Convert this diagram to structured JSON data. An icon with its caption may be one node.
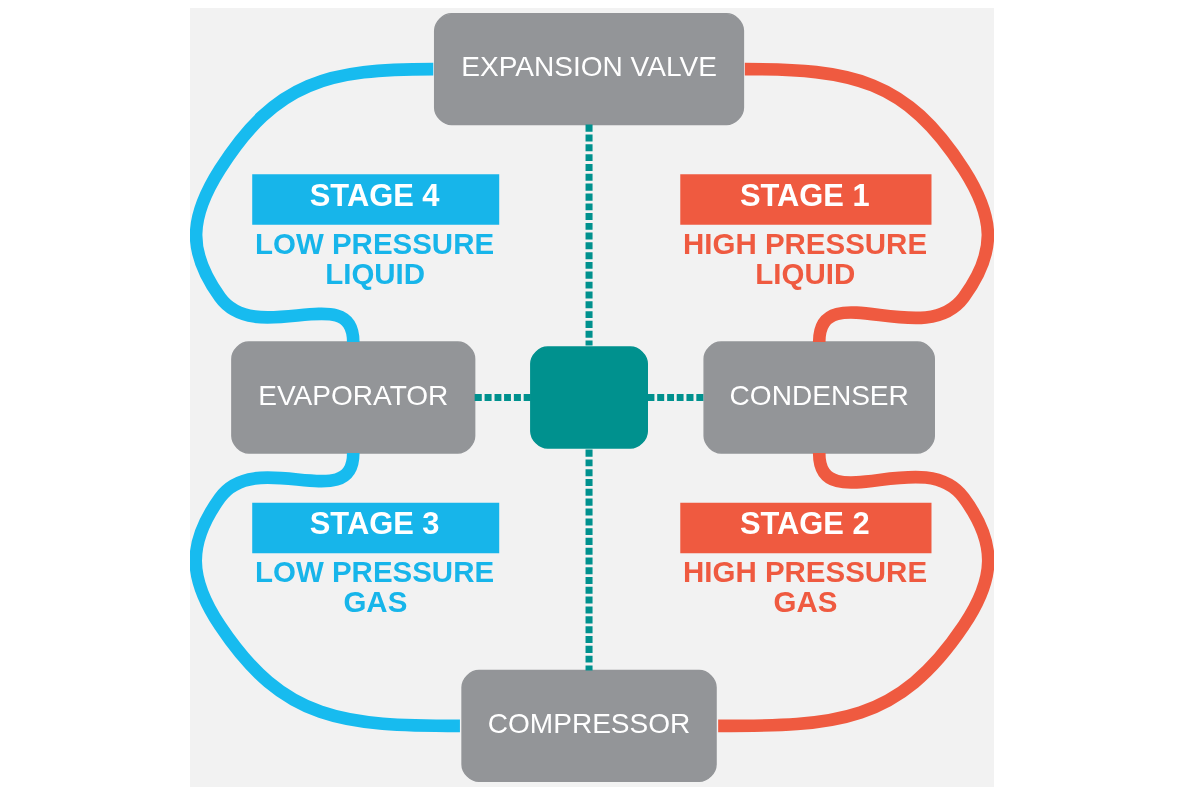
{
  "diagram": {
    "nodes": [
      {
        "text": [
          "EXPANSION VALVE"
        ]
      },
      {
        "text": [
          "STAGE 4"
        ],
        "beside": [
          "LOW PRESSURE LIQUID"
        ]
      },
      {
        "text": [
          "STAGE 1"
        ],
        "beside": [
          "HIGH PRESSURE LIQUID"
        ]
      },
      {
        "text": [
          "EVAPORATOR"
        ]
      },
      {
        "text": [],
        "shape": "box"
      },
      {
        "text": [
          "CONDENSER"
        ]
      },
      {
        "text": [
          "STAGE 3"
        ],
        "beside": [
          "LOW PRESSURE GAS"
        ]
      },
      {
        "text": [
          "STAGE 2"
        ],
        "beside": [
          "HIGH PRESSURE GAS"
        ]
      },
      {
        "text": [
          "COMPRESSOR"
        ]
      }
    ],
    "edges": [
      {
        "from": 0,
        "to": 5,
        "arrow": "none",
        "color": "#ef5a40"
      },
      {
        "from": 5,
        "to": 8,
        "arrow": "none",
        "color": "#ef5a40"
      },
      {
        "from": 0,
        "to": 3,
        "arrow": "none",
        "color": "#17bbef"
      },
      {
        "from": 3,
        "to": 8,
        "arrow": "none",
        "color": "#17bbef"
      },
      {
        "from": 0,
        "to": 4,
        "arrow": "none",
        "style": "dashed",
        "color": "#00918e"
      },
      {
        "from": 3,
        "to": 4,
        "arrow": "none",
        "style": "dashed",
        "color": "#00918e"
      },
      {
        "from": 4,
        "to": 5,
        "arrow": "none",
        "style": "dashed",
        "color": "#00918e"
      },
      {
        "from": 4,
        "to": 8,
        "arrow": "none",
        "style": "dashed",
        "color": "#00918e"
      }
    ]
  }
}
